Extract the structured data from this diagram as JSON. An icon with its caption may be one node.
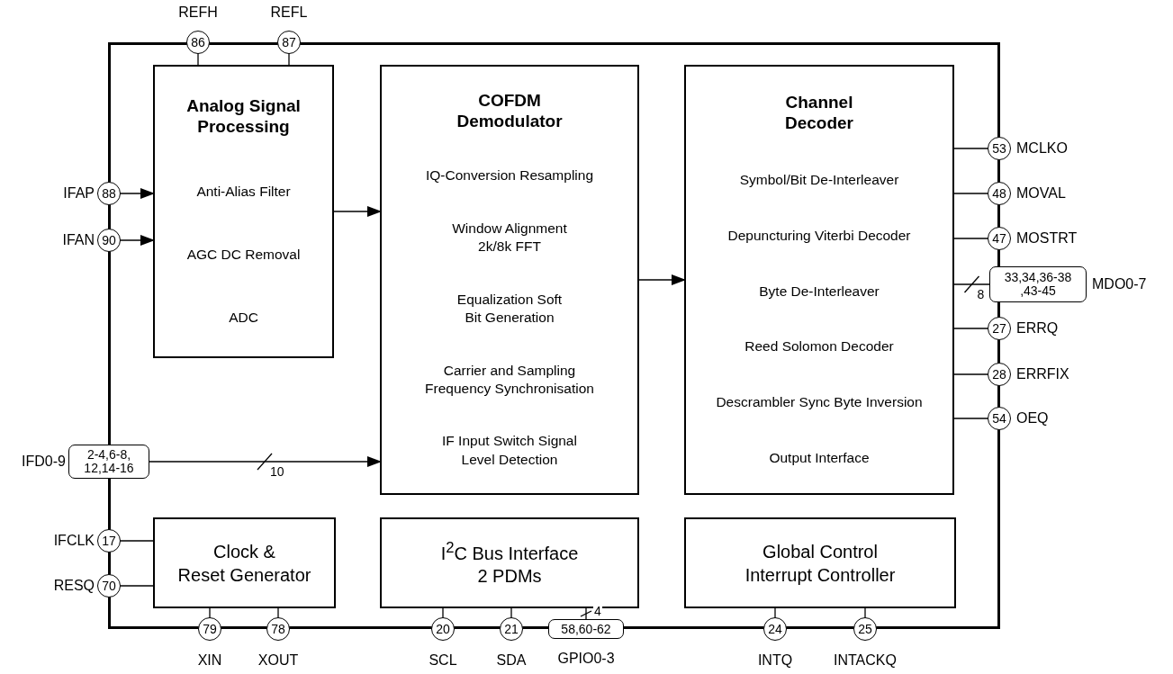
{
  "diagram": {
    "nodes": [
      {
        "text": [],
        "shape": "box"
      },
      {
        "text": [
          "Analog Signal Processing",
          "Anti-Alias Filter",
          "AGC DC Removal",
          "ADC"
        ],
        "in": 0
      },
      {
        "text": [
          "COFDM Demodulator",
          "IQ-Conversion Resampling",
          "Window Alignment 2k/8k FFT",
          "Equalization Soft Bit Generation",
          "Carrier and Sampling Frequency Synchronisation",
          "IF Input Switch Signal Level Detection"
        ],
        "in": 0
      },
      {
        "text": [
          "Channel Decoder",
          "Symbol/Bit De-Interleaver",
          "Depuncturing Viterbi Decoder",
          "Byte De-Interleaver",
          "Reed Solomon Decoder",
          "Descrambler Sync Byte Inversion",
          "Output Interface"
        ],
        "in": 0
      },
      {
        "text": [
          "Clock & Reset Generator"
        ],
        "in": 0
      },
      {
        "text": [
          "I$^{2}$C Bus Interface 2 PDMs"
        ],
        "in": 0
      },
      {
        "text": [
          "Global Control Interrupt Controller"
        ],
        "in": 0
      },
      {
        "text": [
          "86"
        ],
        "beside": [
          "REFH"
        ]
      },
      {
        "text": [
          "87"
        ],
        "beside": [
          "REFL"
        ]
      },
      {
        "text": [
          "88"
        ],
        "beside": [
          "IFAP"
        ]
      },
      {
        "text": [
          "90"
        ],
        "beside": [
          "IFAN"
        ]
      },
      {
        "text": [
          "2-4,6-8, 12,14-16"
        ],
        "beside": [
          "IFD0-9"
        ]
      },
      {
        "text": [
          "17"
        ],
        "beside": [
          "IFCLK"
        ]
      },
      {
        "text": [
          "70"
        ],
        "beside": [
          "RESQ"
        ]
      },
      {
        "text": [
          "79"
        ],
        "beside": [
          "XIN"
        ]
      },
      {
        "text": [
          "78"
        ],
        "beside": [
          "XOUT"
        ]
      },
      {
        "text": [
          "20"
        ],
        "beside": [
          "SCL"
        ]
      },
      {
        "text": [
          "21"
        ],
        "beside": [
          "SDA"
        ]
      },
      {
        "text": [
          "58,60-62"
        ],
        "beside": [
          "GPIO0-3"
        ]
      },
      {
        "text": [
          "24"
        ],
        "beside": [
          "INTQ"
        ]
      },
      {
        "text": [
          "25"
        ],
        "beside": [
          "INTACKQ"
        ]
      },
      {
        "text": [
          "53"
        ],
        "beside": [
          "MCLKO"
        ]
      },
      {
        "text": [
          "48"
        ],
        "beside": [
          "MOVAL"
        ]
      },
      {
        "text": [
          "47"
        ],
        "beside": [
          "MOSTRT"
        ]
      },
      {
        "text": [
          "33,34,36-38 ,43-45"
        ],
        "beside": [
          "MDO0-7"
        ]
      },
      {
        "text": [
          "27"
        ],
        "beside": [
          "ERRQ"
        ]
      },
      {
        "text": [
          "28"
        ],
        "beside": [
          "ERRFIX"
        ]
      },
      {
        "text": [
          "54"
        ],
        "beside": [
          "OEQ"
        ]
      }
    ],
    "edges": [
      {
        "from": 7,
        "to": 1,
        "arrow": "none"
      },
      {
        "from": 8,
        "to": 1,
        "arrow": "none"
      },
      {
        "from": 9,
        "to": 1,
        "arrow": "to"
      },
      {
        "from": 10,
        "to": 1,
        "arrow": "to"
      },
      {
        "from": 1,
        "to": 2,
        "arrow": "to"
      },
      {
        "from": 2,
        "to": 3,
        "arrow": "to"
      },
      {
        "from": 11,
        "to": 2,
        "arrow": "to",
        "label": "10"
      },
      {
        "from": 12,
        "to": 4,
        "arrow": "none"
      },
      {
        "from": 13,
        "to": 4,
        "arrow": "none"
      },
      {
        "from": 4,
        "to": 14,
        "arrow": "none"
      },
      {
        "from": 4,
        "to": 15,
        "arrow": "none"
      },
      {
        "from": 5,
        "to": 16,
        "arrow": "none"
      },
      {
        "from": 5,
        "to": 17,
        "arrow": "none"
      },
      {
        "from": 5,
        "to": 18,
        "arrow": "none",
        "label": "4"
      },
      {
        "from": 6,
        "to": 19,
        "arrow": "none"
      },
      {
        "from": 6,
        "to": 20,
        "arrow": "none"
      },
      {
        "from": 3,
        "to": 21,
        "arrow": "none"
      },
      {
        "from": 3,
        "to": 22,
        "arrow": "none"
      },
      {
        "from": 3,
        "to": 23,
        "arrow": "none"
      },
      {
        "from": 3,
        "to": 24,
        "arrow": "none",
        "label": "8"
      },
      {
        "from": 3,
        "to": 25,
        "arrow": "none"
      },
      {
        "from": 3,
        "to": 26,
        "arrow": "none"
      },
      {
        "from": 3,
        "to": 27,
        "arrow": "none"
      }
    ]
  }
}
